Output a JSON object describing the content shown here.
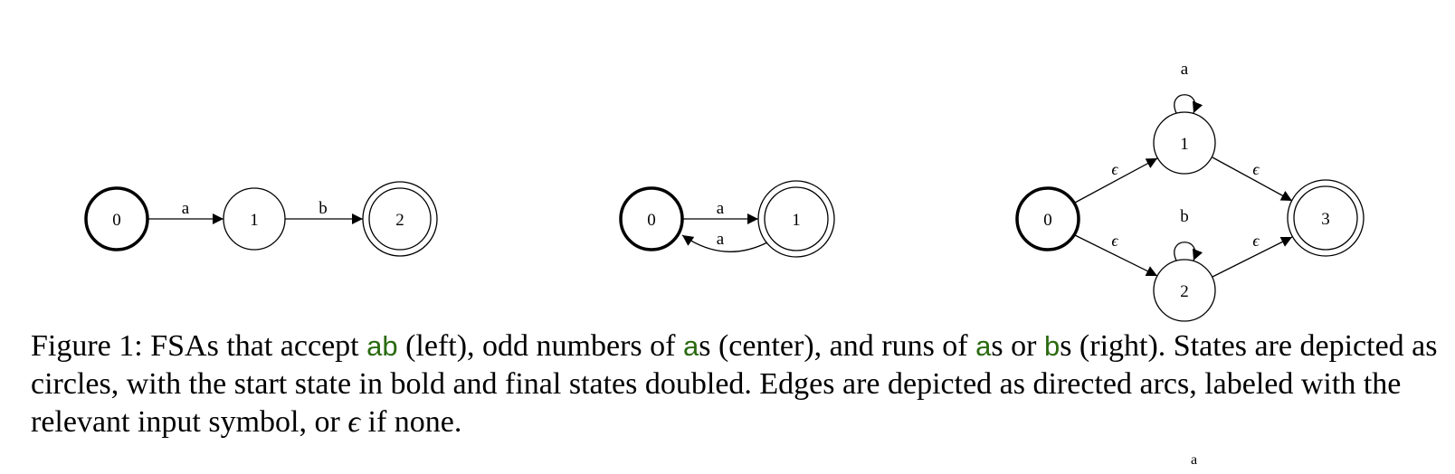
{
  "diagram": {
    "fsa_left": {
      "states": [
        "0",
        "1",
        "2"
      ],
      "edges": [
        {
          "from": "0",
          "to": "1",
          "label": "a"
        },
        {
          "from": "1",
          "to": "2",
          "label": "b"
        }
      ]
    },
    "fsa_center": {
      "states": [
        "0",
        "1"
      ],
      "edges": [
        {
          "from": "0",
          "to": "1",
          "label": "a"
        },
        {
          "from": "1",
          "to": "0",
          "label": "a"
        }
      ]
    },
    "fsa_right": {
      "states": [
        "0",
        "1",
        "2",
        "3"
      ],
      "edges": [
        {
          "from": "0",
          "to": "1",
          "label": "ϵ"
        },
        {
          "from": "0",
          "to": "2",
          "label": "ϵ"
        },
        {
          "from": "1",
          "to": "1",
          "label": "a"
        },
        {
          "from": "2",
          "to": "2",
          "label": "b"
        },
        {
          "from": "1",
          "to": "3",
          "label": "ϵ"
        },
        {
          "from": "2",
          "to": "3",
          "label": "ϵ"
        }
      ]
    }
  },
  "caption": {
    "p1": "Figure 1:  FSAs that accept ",
    "hl1": "ab",
    "p2": " (left), odd numbers of ",
    "hl2": "a",
    "p3": "s (center), and runs of ",
    "hl3": "a",
    "p4": "s or ",
    "hl4": "b",
    "p5": "s (right). States are depicted as circles, with the start state in bold and final states doubled. Edges are depicted as directed arcs, labeled with the relevant input symbol, or ",
    "eps": "ϵ",
    "p6": " if none."
  },
  "stray_label": "a"
}
